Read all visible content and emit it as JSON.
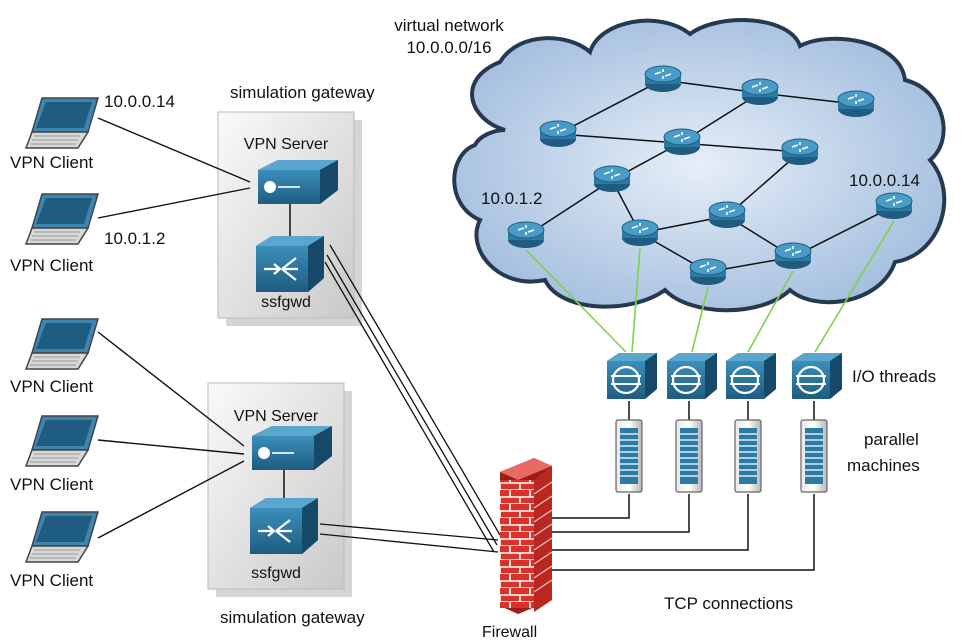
{
  "cloud": {
    "title_line1": "virtual network",
    "title_line2": "10.0.0.0/16",
    "ip_left": "10.0.1.2",
    "ip_right": "10.0.0.14"
  },
  "clients": [
    {
      "label": "VPN Client",
      "ip": "10.0.0.14"
    },
    {
      "label": "VPN Client",
      "ip": "10.0.1.2"
    },
    {
      "label": "VPN Client",
      "ip": ""
    },
    {
      "label": "VPN Client",
      "ip": ""
    },
    {
      "label": "VPN Client",
      "ip": ""
    }
  ],
  "gateway_top": {
    "caption": "simulation gateway",
    "server_label": "VPN Server",
    "daemon_label": "ssfgwd"
  },
  "gateway_bottom": {
    "caption": "simulation gateway",
    "server_label": "VPN Server",
    "daemon_label": "ssfgwd"
  },
  "firewall_label": "Firewall",
  "io_threads_label": "I/O threads",
  "parallel_line1": "parallel",
  "parallel_line2": "machines",
  "tcp_label": "TCP connections",
  "colors": {
    "cloud_fill": "#bcd2ea",
    "cloud_stroke": "#27394f",
    "device_blue": "#2d7ba4",
    "link_green": "#7fd14a",
    "firewall_red": "#d8322b"
  }
}
